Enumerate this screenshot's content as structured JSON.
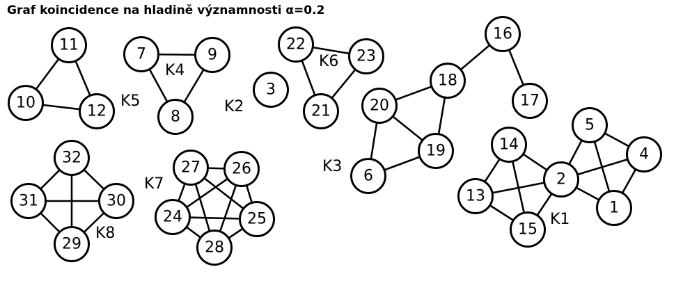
{
  "title": "Graf koincidence na hladině významnosti α=0.2",
  "nodes": [
    "1",
    "2",
    "3",
    "4",
    "5",
    "6",
    "7",
    "8",
    "9",
    "10",
    "11",
    "12",
    "13",
    "14",
    "15",
    "16",
    "17",
    "18",
    "19",
    "20",
    "21",
    "22",
    "23",
    "24",
    "25",
    "26",
    "27",
    "28",
    "29",
    "30",
    "31",
    "32"
  ],
  "edges": [
    [
      "10",
      "11"
    ],
    [
      "11",
      "12"
    ],
    [
      "10",
      "12"
    ],
    [
      "7",
      "9"
    ],
    [
      "7",
      "8"
    ],
    [
      "9",
      "8"
    ],
    [
      "22",
      "23"
    ],
    [
      "22",
      "21"
    ],
    [
      "23",
      "21"
    ],
    [
      "16",
      "18"
    ],
    [
      "16",
      "17"
    ],
    [
      "18",
      "20"
    ],
    [
      "18",
      "19"
    ],
    [
      "20",
      "19"
    ],
    [
      "20",
      "6"
    ],
    [
      "6",
      "19"
    ],
    [
      "5",
      "2"
    ],
    [
      "5",
      "4"
    ],
    [
      "5",
      "1"
    ],
    [
      "2",
      "4"
    ],
    [
      "2",
      "1"
    ],
    [
      "4",
      "1"
    ],
    [
      "14",
      "13"
    ],
    [
      "14",
      "2"
    ],
    [
      "14",
      "15"
    ],
    [
      "13",
      "2"
    ],
    [
      "13",
      "15"
    ],
    [
      "15",
      "2"
    ],
    [
      "32",
      "31"
    ],
    [
      "32",
      "30"
    ],
    [
      "32",
      "29"
    ],
    [
      "31",
      "30"
    ],
    [
      "31",
      "29"
    ],
    [
      "30",
      "29"
    ],
    [
      "27",
      "26"
    ],
    [
      "27",
      "24"
    ],
    [
      "27",
      "25"
    ],
    [
      "27",
      "28"
    ],
    [
      "26",
      "24"
    ],
    [
      "26",
      "25"
    ],
    [
      "26",
      "28"
    ],
    [
      "24",
      "25"
    ],
    [
      "24",
      "28"
    ],
    [
      "25",
      "28"
    ]
  ],
  "component_labels": [
    "K1",
    "K2",
    "K3",
    "K4",
    "K5",
    "K6",
    "K7",
    "K8"
  ]
}
